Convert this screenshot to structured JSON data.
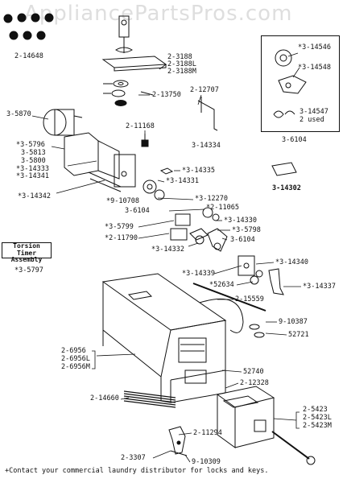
{
  "watermark": "AppliancePartsPros.com",
  "inset_label": "3-6104",
  "torsion_box": {
    "line1": "Torsion Timer",
    "line2": "Assembly"
  },
  "torsion_part": "*3-5797",
  "footnote": "+Contact your commercial laundry distributor for locks and keys.",
  "labels": [
    {
      "id": "p-2-14648",
      "text": "2-14648"
    },
    {
      "id": "p-2-3188",
      "text": "2-3188"
    },
    {
      "id": "p-2-3188l",
      "text": "2-3188L"
    },
    {
      "id": "p-2-3188m",
      "text": "2-3188M"
    },
    {
      "id": "p-2-13750",
      "text": "2-13750"
    },
    {
      "id": "p-2-12707",
      "text": "2-12707"
    },
    {
      "id": "p-3-5870",
      "text": "3-5870"
    },
    {
      "id": "p-2-11168",
      "text": "2-11168"
    },
    {
      "id": "p-3-14334",
      "text": "3-14334"
    },
    {
      "id": "p-3-5796",
      "text": "*3-5796"
    },
    {
      "id": "p-3-5813",
      "text": "3-5813"
    },
    {
      "id": "p-3-5800",
      "text": "3-5800"
    },
    {
      "id": "p-3-14333",
      "text": "*3-14333"
    },
    {
      "id": "p-3-14341",
      "text": "*3-14341"
    },
    {
      "id": "p-3-14335",
      "text": "*3-14335"
    },
    {
      "id": "p-3-14331",
      "text": "*3-14331"
    },
    {
      "id": "p-3-14342",
      "text": "*3-14342"
    },
    {
      "id": "p-9-10708",
      "text": "*9-10708"
    },
    {
      "id": "p-3-12270",
      "text": "*3-12270"
    },
    {
      "id": "p-3-6104a",
      "text": "3-6104"
    },
    {
      "id": "p-2-11065",
      "text": "*2-11065"
    },
    {
      "id": "p-3-5799",
      "text": "*3-5799"
    },
    {
      "id": "p-3-14330",
      "text": "*3-14330"
    },
    {
      "id": "p-2-11790",
      "text": "*2-11790"
    },
    {
      "id": "p-3-5798",
      "text": "*3-5798"
    },
    {
      "id": "p-3-6104b",
      "text": "3-6104"
    },
    {
      "id": "p-3-14332",
      "text": "*3-14332"
    },
    {
      "id": "p-3-14302",
      "text": "3-14302"
    },
    {
      "id": "p-3-14546",
      "text": "*3-14546"
    },
    {
      "id": "p-3-14548",
      "text": "*3-14548"
    },
    {
      "id": "p-3-14547",
      "text": "3-14547"
    },
    {
      "id": "p-2-used",
      "text": "2 used"
    },
    {
      "id": "p-3-14340",
      "text": "*3-14340"
    },
    {
      "id": "p-3-14339",
      "text": "*3-14339"
    },
    {
      "id": "p-52634",
      "text": "*52634"
    },
    {
      "id": "p-3-14337",
      "text": "*3-14337"
    },
    {
      "id": "p-2-15559",
      "text": "2-15559"
    },
    {
      "id": "p-9-10387",
      "text": "9-10387"
    },
    {
      "id": "p-52721",
      "text": "52721"
    },
    {
      "id": "p-2-6956",
      "text": "2-6956"
    },
    {
      "id": "p-2-6956l",
      "text": "2-6956L"
    },
    {
      "id": "p-2-6956m",
      "text": "2-6956M"
    },
    {
      "id": "p-52740",
      "text": "52740"
    },
    {
      "id": "p-2-12328",
      "text": "2-12328"
    },
    {
      "id": "p-2-14660",
      "text": "2-14660"
    },
    {
      "id": "p-2-5423",
      "text": "2-5423"
    },
    {
      "id": "p-2-5423l",
      "text": "2-5423L"
    },
    {
      "id": "p-2-5423m",
      "text": "2-5423M"
    },
    {
      "id": "p-2-11294",
      "text": "2-11294"
    },
    {
      "id": "p-2-3307",
      "text": "2-3307"
    },
    {
      "id": "p-9-10309",
      "text": "9-10309"
    }
  ]
}
